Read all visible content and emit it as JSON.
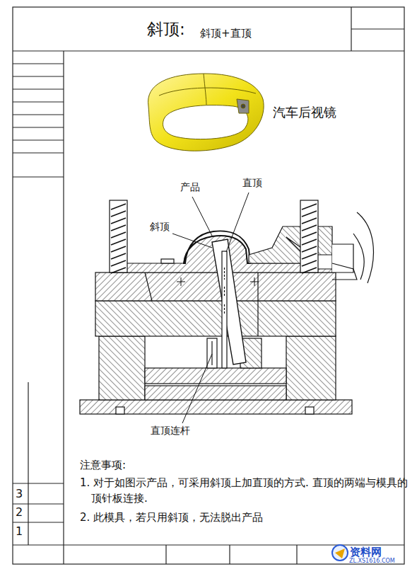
{
  "diagram": {
    "title": "斜顶:",
    "labels": [
      "斜顶+直顶",
      "汽车后视镜",
      "产品",
      "直顶",
      "斜顶",
      "直顶连杆",
      "注意事项:",
      "1. 对于如图示产品，可采用斜顶上加直顶的方式. 直顶的两端与模具的顶针板连接.",
      "2. 此模具，若只用斜顶，无法脱出产品",
      "3",
      "2",
      "1",
      "资料网",
      "ZL.XS1616.COM"
    ]
  }
}
